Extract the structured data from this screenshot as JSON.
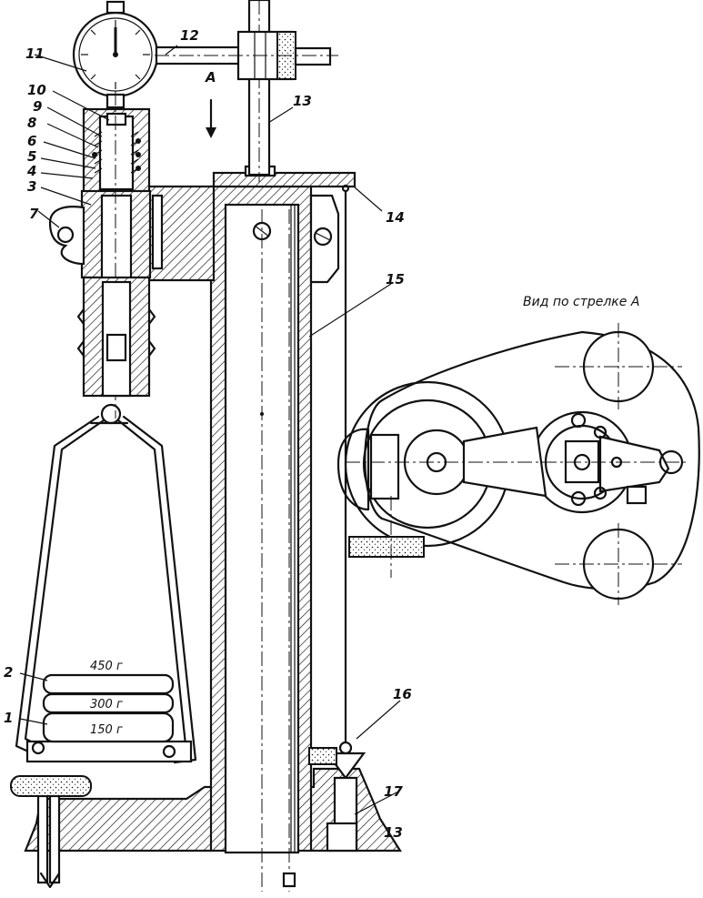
{
  "labels": {
    "n1": "1",
    "n2": "2",
    "n3": "3",
    "n4": "4",
    "n5": "5",
    "n6": "6",
    "n7": "7",
    "n8": "8",
    "n9": "9",
    "n10": "10",
    "n11": "11",
    "n12": "12",
    "n13a": "13",
    "n13b": "13",
    "n14": "14",
    "n15": "15",
    "n16": "16",
    "n17": "17",
    "arrow_a": "A"
  },
  "weights": {
    "top": "450 г",
    "middle": "300 г",
    "bottom": "150 г"
  },
  "view_caption": "Вид по стрелке А"
}
